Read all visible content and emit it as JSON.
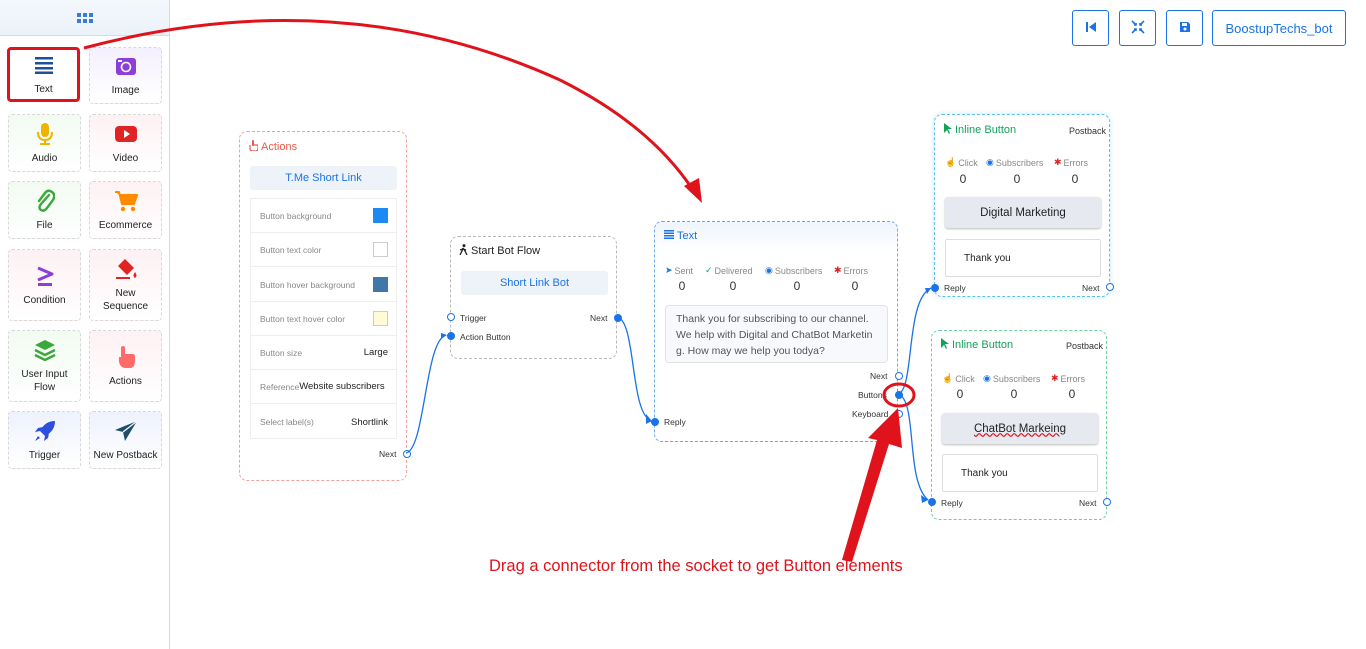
{
  "sidebar": {
    "tiles": [
      {
        "label": "Text",
        "icon": "text-lines-icon"
      },
      {
        "label": "Image",
        "icon": "image-icon"
      },
      {
        "label": "Audio",
        "icon": "microphone-icon"
      },
      {
        "label": "Video",
        "icon": "video-play-icon"
      },
      {
        "label": "File",
        "icon": "paperclip-icon"
      },
      {
        "label": "Ecommerce",
        "icon": "shopping-cart-icon"
      },
      {
        "label": "Condition",
        "icon": "condition-icon"
      },
      {
        "label": "New Sequence",
        "icon": "paint-bucket-icon"
      },
      {
        "label": "User Input Flow",
        "icon": "stack-icon"
      },
      {
        "label": "Actions",
        "icon": "pointer-hand-icon"
      },
      {
        "label": "Trigger",
        "icon": "rocket-icon"
      },
      {
        "label": "New Postback",
        "icon": "paper-plane-icon"
      }
    ]
  },
  "toolbar": {
    "bot_name": "BoostupTechs_bot"
  },
  "actions_node": {
    "title": "Actions",
    "link_label": "T.Me Short Link",
    "rows": [
      {
        "label": "Button background",
        "value": "",
        "swatch": "#1e88f5"
      },
      {
        "label": "Button text color",
        "value": "",
        "swatch": "#ffffff"
      },
      {
        "label": "Button hover background",
        "value": "",
        "swatch": "#3f78a8"
      },
      {
        "label": "Button text hover color",
        "value": "",
        "swatch": "#fffbd6"
      },
      {
        "label": "Button size",
        "value": "Large",
        "swatch": ""
      },
      {
        "label": "Reference",
        "value": "Website subscribers",
        "swatch": ""
      },
      {
        "label": "Select label(s)",
        "value": "Shortlink",
        "swatch": ""
      }
    ],
    "next": "Next"
  },
  "start_node": {
    "title": "Start Bot Flow",
    "button": "Short Link Bot",
    "trigger": "Trigger",
    "action_button": "Action Button",
    "next": "Next"
  },
  "text_node": {
    "title": "Text",
    "stats": [
      {
        "label": "Sent",
        "value": "0"
      },
      {
        "label": "Delivered",
        "value": "0"
      },
      {
        "label": "Subscribers",
        "value": "0"
      },
      {
        "label": "Errors",
        "value": "0"
      }
    ],
    "message_lines": [
      "Thank you for subscribing to our channel.",
      "We help with Digital and ChatBot Marketin",
      "g. How may we help you todya?"
    ],
    "next": "Next",
    "buttons": "Buttons",
    "keyboard": "Keyboard",
    "reply": "Reply"
  },
  "inline_nodes": [
    {
      "title": "Inline Button",
      "type": "Postback",
      "stats": [
        {
          "label": "Click",
          "value": "0"
        },
        {
          "label": "Subscribers",
          "value": "0"
        },
        {
          "label": "Errors",
          "value": "0"
        }
      ],
      "button": "Digital Marketing",
      "reply_text": "Thank you",
      "reply": "Reply",
      "next": "Next"
    },
    {
      "title": "Inline Button",
      "type": "Postback",
      "stats": [
        {
          "label": "Click",
          "value": "0"
        },
        {
          "label": "Subscribers",
          "value": "0"
        },
        {
          "label": "Errors",
          "value": "0"
        }
      ],
      "button": "ChatBot Markeing",
      "reply_text": "Thank you",
      "reply": "Reply",
      "next": "Next"
    }
  ],
  "annotation": "Drag a connector from the socket to get Button elements",
  "colors": {
    "accent": "#1a73e8",
    "annotation": "#e0121b",
    "inline_title": "#15a05a",
    "actions_title": "#e8594a"
  }
}
